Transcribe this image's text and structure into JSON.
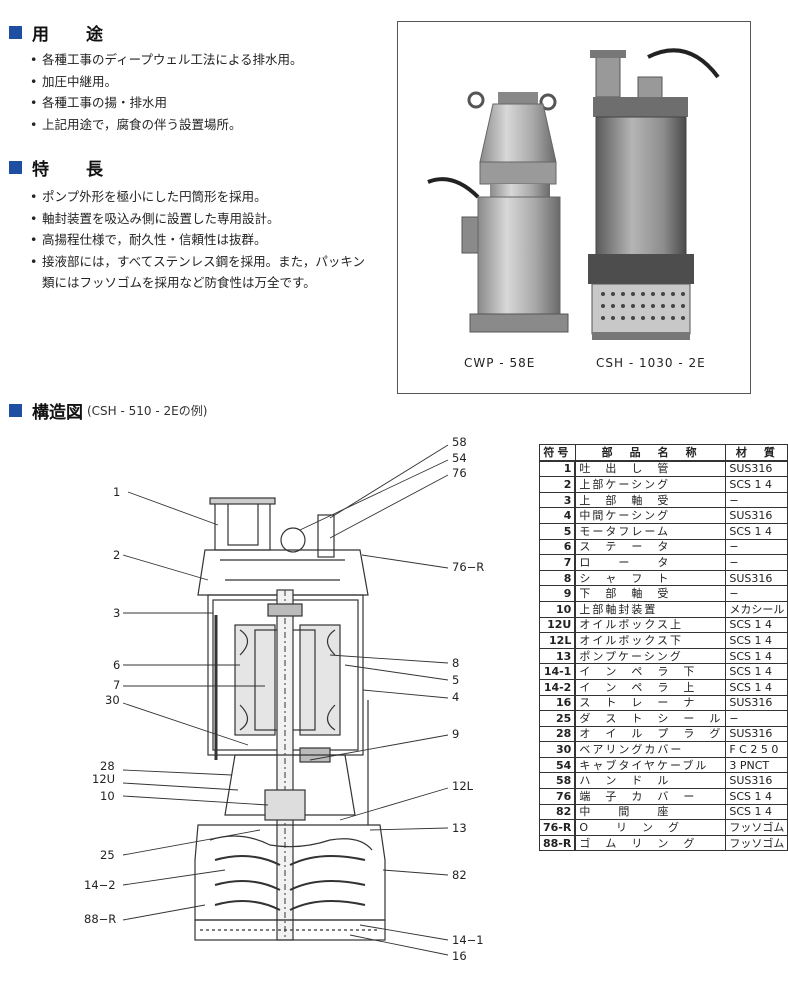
{
  "usage": {
    "title": "用　途",
    "items": [
      "各種工事のディープウェル工法による排水用。",
      "加圧中継用。",
      "各種工事の揚・排水用",
      "上記用途で，腐食の伴う設置場所。"
    ]
  },
  "features": {
    "title": "特　長",
    "items": [
      "ポンプ外形を極小にした円筒形を採用。",
      "軸封装置を吸込み側に設置した専用設計。",
      "高揚程仕様で，耐久性・信頼性は抜群。",
      "接液部には，すべてステンレス鋼を採用。また，パッキン類にはフッソゴムを採用など防食性は万全です。"
    ]
  },
  "photos": {
    "left_caption": "CWP - 58E",
    "right_caption": "CSH - 1030 - 2E"
  },
  "structure": {
    "title": "構造図",
    "note": "(CSH - 510 - 2Eの例)",
    "labels": {
      "l1": "1",
      "l2": "2",
      "l3": "3",
      "l6": "6",
      "l7": "7",
      "l30": "30",
      "l28": "28",
      "l12u": "12U",
      "l10": "10",
      "l25": "25",
      "l14_2": "14−2",
      "l88r": "88−R",
      "r58": "58",
      "r54": "54",
      "r76": "76",
      "r76r": "76−R",
      "r8": "8",
      "r5": "5",
      "r4": "4",
      "r9": "9",
      "r12l": "12L",
      "r13": "13",
      "r82": "82",
      "r14_1": "14−1",
      "r16": "16"
    }
  },
  "parts_table": {
    "headers": [
      "符号",
      "部　品　名　称",
      "材　質"
    ],
    "rows": [
      [
        "1",
        "吐　出　し　管",
        "SUS316"
      ],
      [
        "2",
        "上部ケーシング",
        "SCS 1 4"
      ],
      [
        "3",
        "上　部　軸　受",
        "−"
      ],
      [
        "4",
        "中間ケーシング",
        "SUS316"
      ],
      [
        "5",
        "モータフレーム",
        "SCS 1 4"
      ],
      [
        "6",
        "ス　テ　ー　タ",
        "−"
      ],
      [
        "7",
        "ロ　　ー　　タ",
        "−"
      ],
      [
        "8",
        "シ　ャ　フ　ト",
        "SUS316"
      ],
      [
        "9",
        "下　部　軸　受",
        "−"
      ],
      [
        "10",
        "上部軸封装置",
        "メカシール"
      ],
      [
        "12U",
        "オイルボックス上",
        "SCS 1 4"
      ],
      [
        "12L",
        "オイルボックス下",
        "SCS 1 4"
      ],
      [
        "13",
        "ポンプケーシング",
        "SCS 1 4"
      ],
      [
        "14-1",
        "イ　ン　ペ　ラ　下",
        "SCS 1 4"
      ],
      [
        "14-2",
        "イ　ン　ペ　ラ　上",
        "SCS 1 4"
      ],
      [
        "16",
        "ス　ト　レ　ー　ナ",
        "SUS316"
      ],
      [
        "25",
        "ダ　ス　ト　シ　ー　ル",
        "−"
      ],
      [
        "28",
        "オ　イ　ル　プ　ラ　グ",
        "SUS316"
      ],
      [
        "30",
        "ベアリングカバー",
        "F C 2 5 0"
      ],
      [
        "54",
        "キャブタイヤケーブル",
        "3 PNCT"
      ],
      [
        "58",
        "ハ　ン　ド　ル",
        "SUS316"
      ],
      [
        "76",
        "端　子　カ　バ　ー",
        "SCS 1 4"
      ],
      [
        "82",
        "中　　間　　座",
        "SCS 1 4"
      ],
      [
        "76-R",
        "O　　リ　ン　グ",
        "フッソゴム"
      ],
      [
        "88-R",
        "ゴ　ム　リ　ン　グ",
        "フッソゴム"
      ]
    ]
  },
  "colors": {
    "accent": "#1f4fa3"
  }
}
